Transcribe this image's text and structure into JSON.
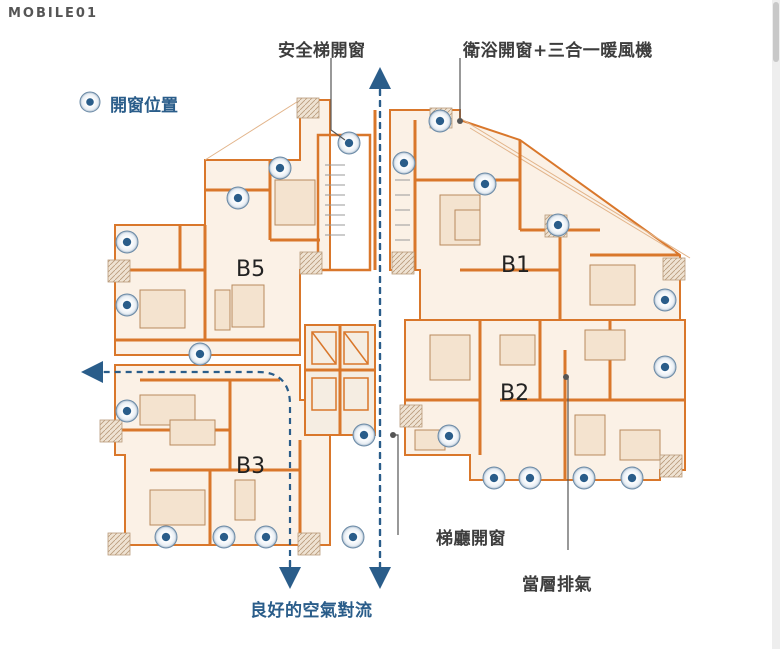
{
  "watermark": {
    "logo_text": "MOBILE01"
  },
  "legend": {
    "label": "開窗位置"
  },
  "callouts": {
    "stair_window": "安全梯開窗",
    "bath_window": "衛浴開窗+三合一暖風機",
    "lobby_window": "梯廳開窗",
    "floor_exhaust": "當層排氣",
    "convection": "良好的空氣對流"
  },
  "units": {
    "b5": "B5",
    "b1": "B1",
    "b2": "B2",
    "b3": "B3"
  },
  "colors": {
    "wall": "#d9772b",
    "floor_fill": "#fbf1e6",
    "marker_blue": "#2a5d8a",
    "arrow_blue": "#2a5d8a",
    "text_dark": "#3d3d3d"
  }
}
